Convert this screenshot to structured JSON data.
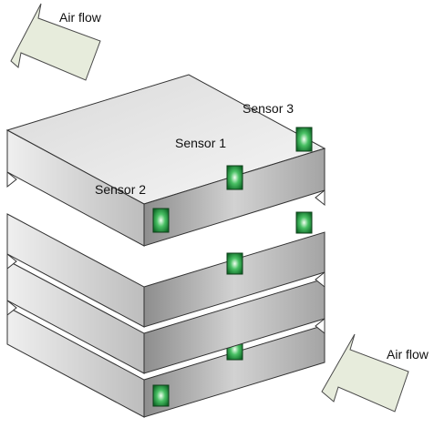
{
  "labels": {
    "airflow_top": "Air flow",
    "airflow_bottom": "Air flow",
    "sensor1": "Sensor 1",
    "sensor2": "Sensor 2",
    "sensor3": "Sensor 3"
  },
  "colors": {
    "arrow_fill": "#e7ecdc",
    "arrow_stroke": "#4a4a4a",
    "top_face": "#ededed",
    "side_face": "#d6d6d6",
    "led_green": "#2fa24a",
    "led_dark": "#0e5a22"
  }
}
